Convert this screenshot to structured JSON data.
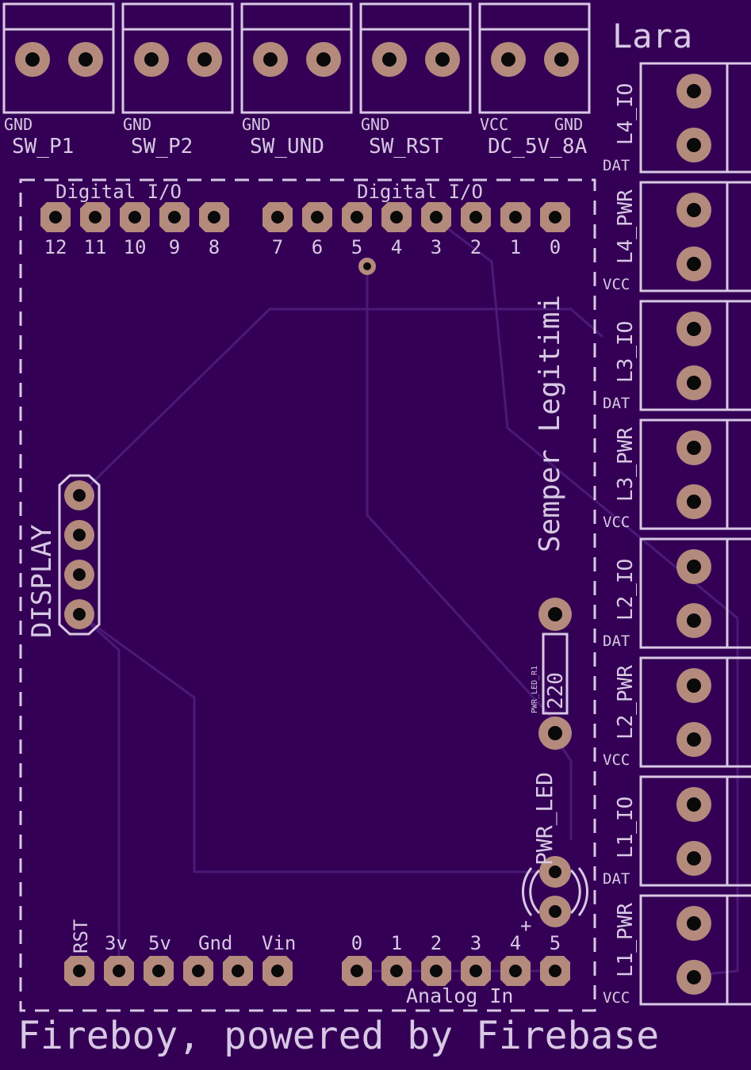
{
  "colors": {
    "board": "#330055",
    "silk": "#d8c8e4",
    "copper_trace": "#4a1a78",
    "pad": "#b48a7c",
    "hole": "#0a0a0a"
  },
  "top_terminals": [
    {
      "name": "SW_P1",
      "left": "GND",
      "right": ""
    },
    {
      "name": "SW_P2",
      "left": "GND",
      "right": ""
    },
    {
      "name": "SW_UND",
      "left": "GND",
      "right": ""
    },
    {
      "name": "SW_RST",
      "left": "GND",
      "right": ""
    },
    {
      "name": "DC_5V_8A",
      "left": "VCC",
      "right": "GND"
    }
  ],
  "right_title": "Lara",
  "right_terminals": [
    {
      "name": "L4_IO",
      "pin": "DAT"
    },
    {
      "name": "L4_PWR",
      "pin": "VCC"
    },
    {
      "name": "L3_IO",
      "pin": "DAT"
    },
    {
      "name": "L3_PWR",
      "pin": "VCC"
    },
    {
      "name": "L2_IO",
      "pin": "DAT"
    },
    {
      "name": "L2_PWR",
      "pin": "VCC"
    },
    {
      "name": "L1_IO",
      "pin": "DAT"
    },
    {
      "name": "L1_PWR",
      "pin": "VCC"
    }
  ],
  "digital_header_label": "Digital I/O",
  "digital_left_pins": [
    "12",
    "11",
    "10",
    "9",
    "8"
  ],
  "digital_right_pins": [
    "7",
    "6",
    "5",
    "4",
    "3",
    "2",
    "1",
    "0"
  ],
  "power_pins": [
    "RST",
    "3v",
    "5v",
    "Gnd",
    "Vin"
  ],
  "analog_pins": [
    "0",
    "1",
    "2",
    "3",
    "4",
    "5"
  ],
  "analog_label": "Analog In",
  "display_label": "DISPLAY",
  "motto": "Semper Legitimi",
  "resistor": {
    "ref": "PWR_LED_R1",
    "value": "220"
  },
  "led": {
    "label": "PWR_LED",
    "polarity": "+"
  },
  "footer": "Fireboy, powered by Firebase"
}
